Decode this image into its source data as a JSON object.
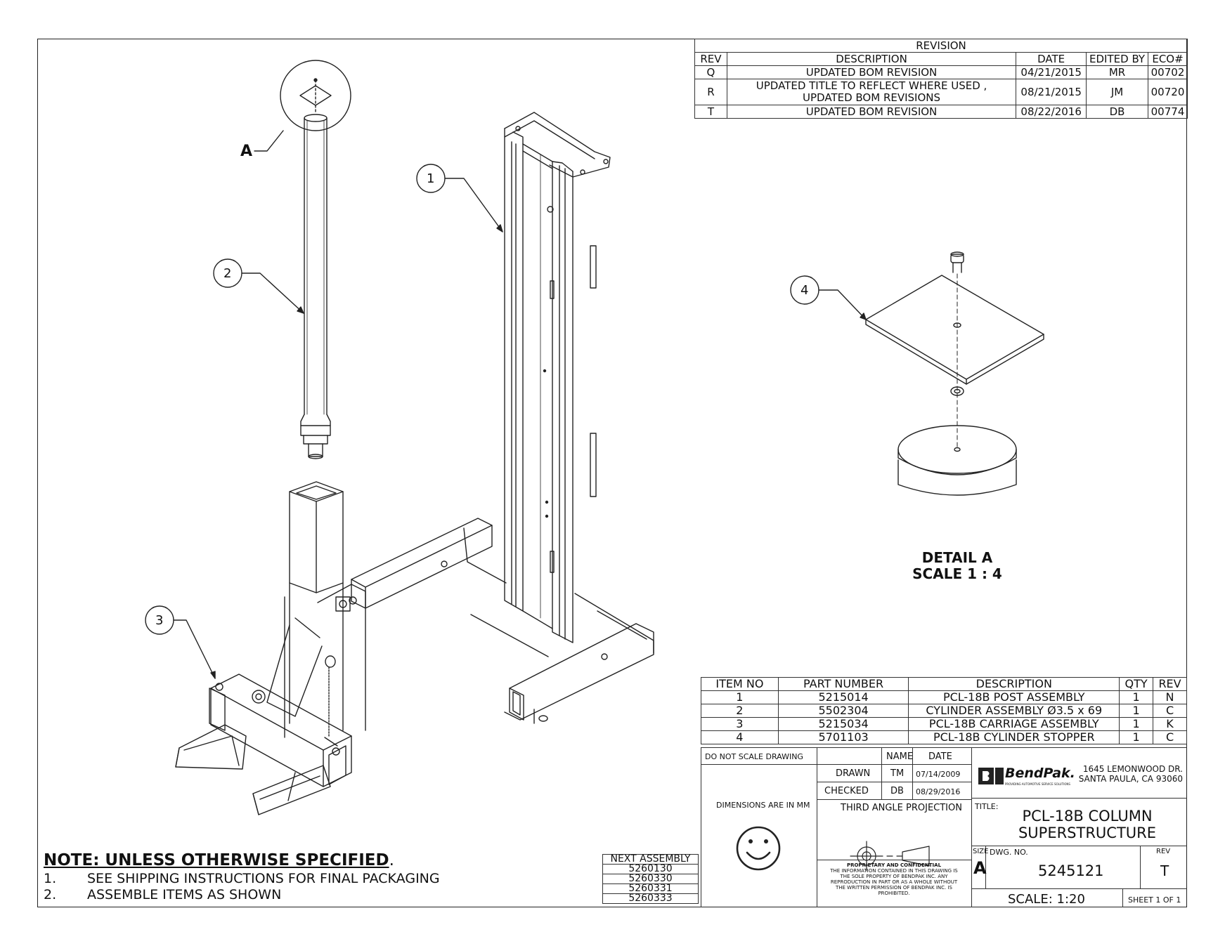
{
  "revision": {
    "title": "REVISION",
    "headers": [
      "REV",
      "DESCRIPTION",
      "DATE",
      "EDITED BY",
      "ECO#"
    ],
    "rows": [
      {
        "rev": "Q",
        "description": [
          "UPDATED BOM REVISION"
        ],
        "date": "04/21/2015",
        "edited_by": "MR",
        "eco": "00702"
      },
      {
        "rev": "R",
        "description": [
          "UPDATED TITLE TO REFLECT WHERE USED ,",
          "UPDATED BOM REVISIONS"
        ],
        "date": "08/21/2015",
        "edited_by": "JM",
        "eco": "00720"
      },
      {
        "rev": "T",
        "description": [
          "UPDATED BOM REVISION"
        ],
        "date": "08/22/2016",
        "edited_by": "DB",
        "eco": "00774"
      }
    ]
  },
  "callouts": {
    "c1": "1",
    "c2": "2",
    "c3": "3",
    "c4": "4",
    "detail_ref": "A"
  },
  "detail": {
    "title": "DETAIL A",
    "scale": "SCALE 1 : 4"
  },
  "bom": {
    "headers": [
      "ITEM NO",
      "PART NUMBER",
      "DESCRIPTION",
      "QTY",
      "REV"
    ],
    "rows": [
      [
        "1",
        "5215014",
        "PCL-18B POST ASSEMBLY",
        "1",
        "N"
      ],
      [
        "2",
        "5502304",
        "CYLINDER ASSEMBLY Ø3.5 x 69",
        "1",
        "C"
      ],
      [
        "3",
        "5215034",
        "PCL-18B CARRIAGE ASSEMBLY",
        "1",
        "K"
      ],
      [
        "4",
        "5701103",
        "PCL-18B CYLINDER STOPPER",
        "1",
        "C"
      ]
    ]
  },
  "notes": {
    "title": "NOTE: UNLESS OTHERWISE SPECIFIED",
    "title_suffix": ".",
    "items": [
      {
        "num": "1.",
        "text": "SEE SHIPPING INSTRUCTIONS FOR FINAL PACKAGING"
      },
      {
        "num": "2.",
        "text": "ASSEMBLE ITEMS AS SHOWN"
      }
    ]
  },
  "next_assembly": {
    "title": "NEXT ASSEMBLY",
    "items": [
      "5260130",
      "5260330",
      "5260331",
      "5260333"
    ]
  },
  "title_block": {
    "do_not_scale": "DO NOT SCALE DRAWING",
    "dimensions": "DIMENSIONS ARE IN MM",
    "name_header": "NAME",
    "date_header": "DATE",
    "drawn_label": "DRAWN",
    "drawn_name": "TM",
    "drawn_date": "07/14/2009",
    "checked_label": "CHECKED",
    "checked_name": "DB",
    "checked_date": "08/29/2016",
    "projection": "THIRD ANGLE PROJECTION",
    "proprietary_title": "PROPRIETARY AND CONFIDENTIAL",
    "proprietary_lines": [
      "THE INFORMATION CONTAINED IN THIS DRAWING IS",
      "THE SOLE PROPERTY OF BENDPAK INC. ANY",
      "REPRODUCTION IN PART OR AS A WHOLE WITHOUT",
      "THE WRITTEN PERMISSION OF BENDPAK INC. IS",
      "PROHIBITED."
    ],
    "company_logo": "BendPak.",
    "company_tagline": "PROVIDING AUTOMOTIVE SERVICE SOLUTIONS",
    "address_line1": "1645 LEMONWOOD DR.",
    "address_line2": "SANTA PAULA, CA 93060",
    "title_label": "TITLE:",
    "title_line1": "PCL-18B COLUMN",
    "title_line2": "SUPERSTRUCTURE",
    "size_label": "SIZE",
    "size_value": "A",
    "dwg_label": "DWG.  NO.",
    "dwg_value": "5245121",
    "rev_label": "REV",
    "rev_value": "T",
    "scale": "SCALE: 1:20",
    "sheet": "SHEET 1 OF 1"
  }
}
